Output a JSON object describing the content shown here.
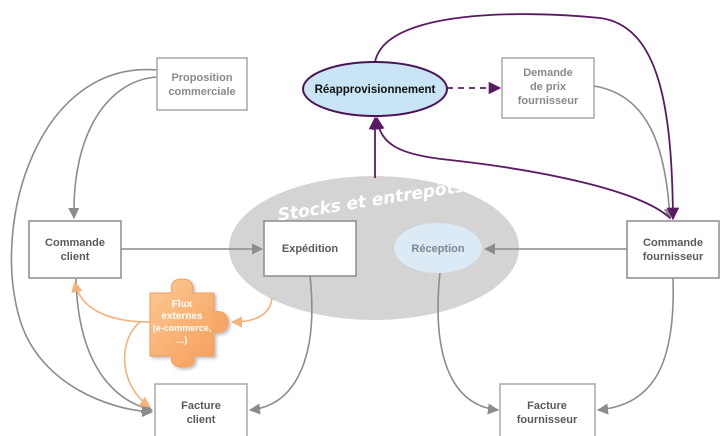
{
  "diagram": {
    "storage_zone": {
      "title": "Stocks et entrepôts"
    },
    "nodes": {
      "proposition": {
        "line1": "Proposition",
        "line2": "commerciale"
      },
      "reapprovisionnement": {
        "label": "Réapprovisionnement"
      },
      "demande_prix": {
        "line1": "Demande",
        "line2": "de prix",
        "line3": "fournisseur"
      },
      "commande_client": {
        "line1": "Commande",
        "line2": "client"
      },
      "expedition": {
        "label": "Expédition"
      },
      "reception": {
        "label": "Réception"
      },
      "commande_fournisseur": {
        "line1": "Commande",
        "line2": "fournisseur"
      },
      "flux_externes": {
        "line1": "Flux",
        "line2": "externes",
        "line3": "(e-commerce,",
        "line4": "...)"
      },
      "facture_client": {
        "line1": "Facture",
        "line2": "client"
      },
      "facture_fournisseur": {
        "line1": "Facture",
        "line2": "fournisseur"
      }
    },
    "colors": {
      "gray_arrow": "#8c8c8c",
      "purple_arrow": "#5a1a63",
      "orange_arrow": "#f4b27c",
      "storage_fill": "#d4d4d4",
      "reappro_fill": "#c9e4f5",
      "reception_fill": "#dceaf6",
      "puzzle_fill": "#fbb677"
    }
  }
}
